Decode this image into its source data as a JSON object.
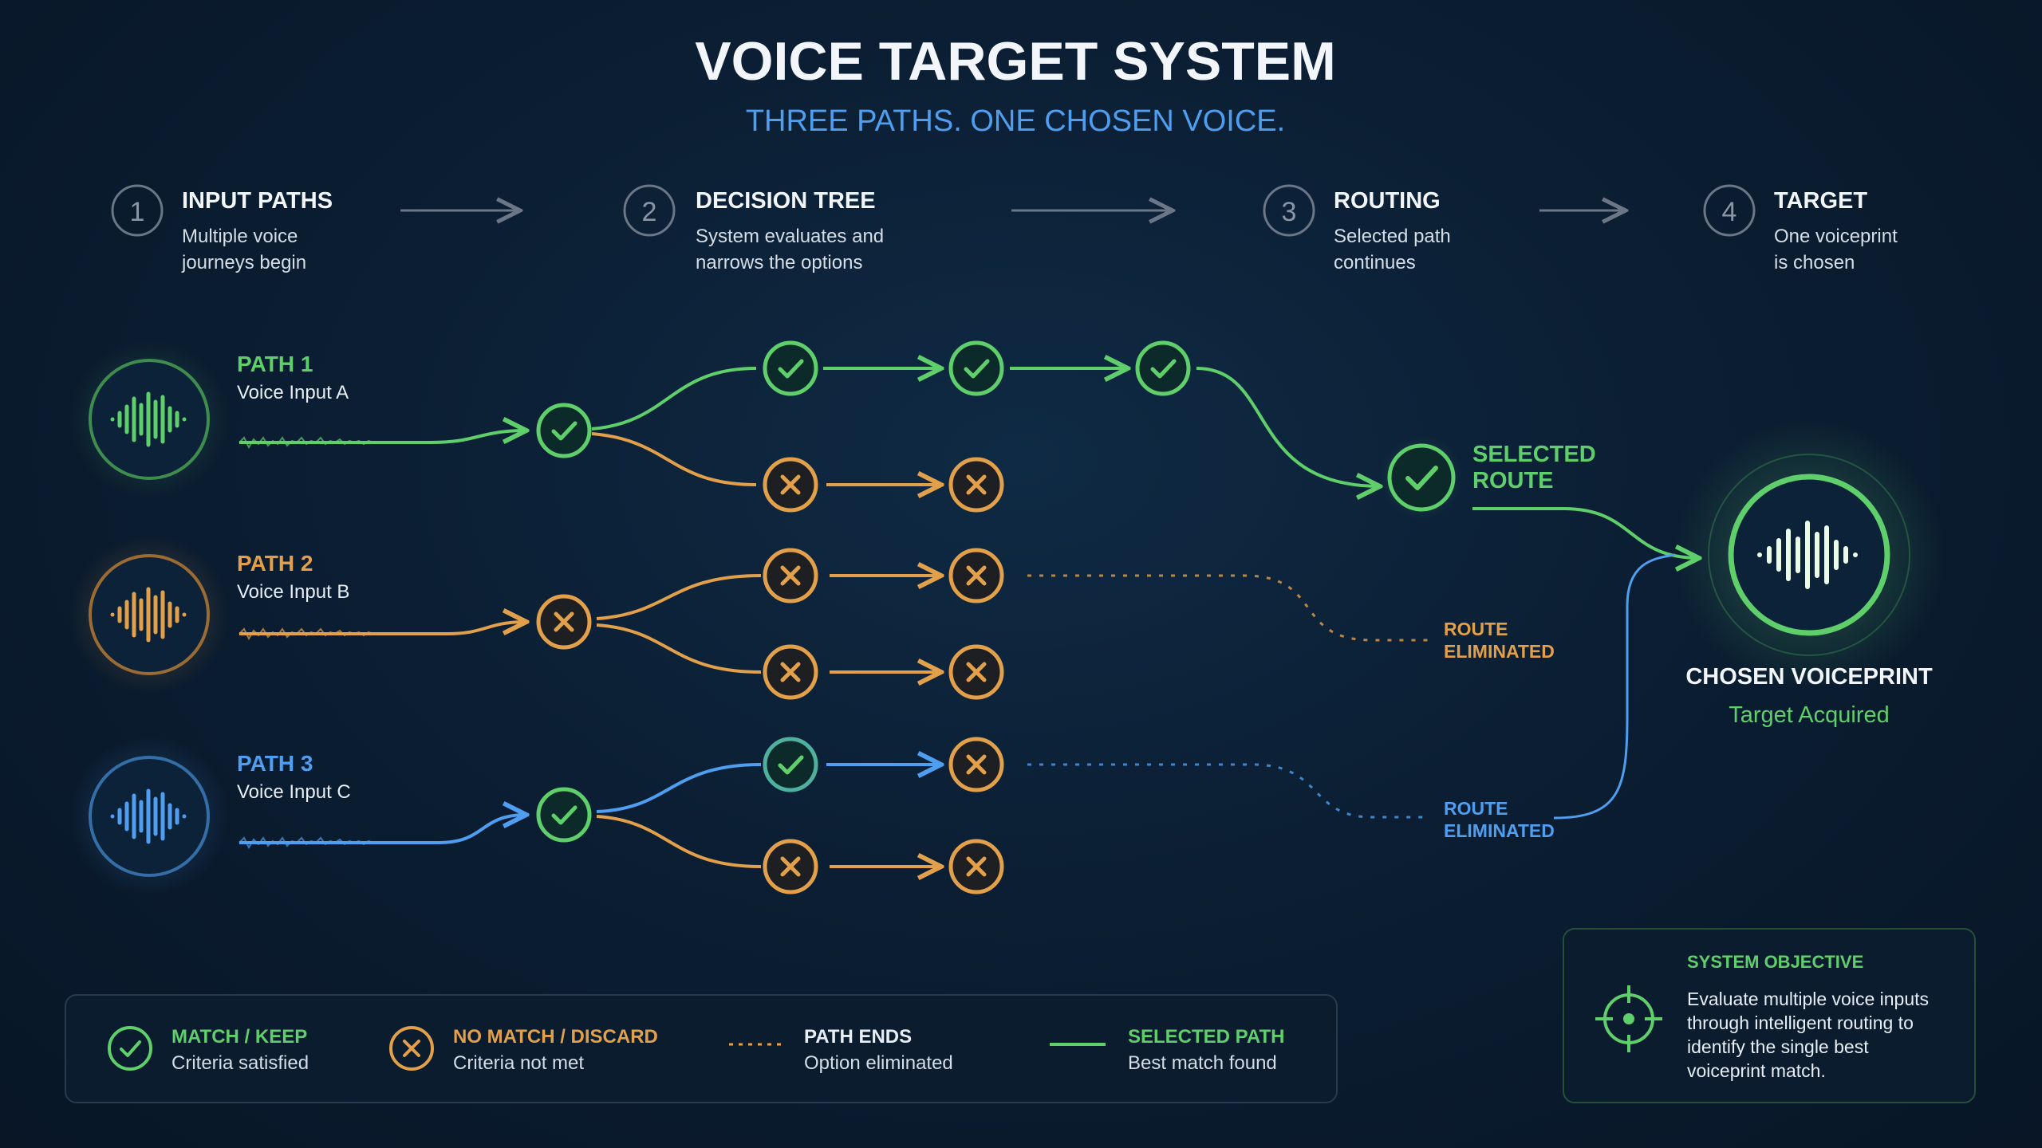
{
  "header": {
    "title": "VOICE TARGET SYSTEM",
    "subtitle": "THREE PATHS. ONE CHOSEN VOICE."
  },
  "steps": [
    {
      "num": "1",
      "title": "INPUT PATHS",
      "line1": "Multiple voice",
      "line2": "journeys begin"
    },
    {
      "num": "2",
      "title": "DECISION TREE",
      "line1": "System evaluates and",
      "line2": "narrows the options"
    },
    {
      "num": "3",
      "title": "ROUTING",
      "line1": "Selected path",
      "line2": "continues"
    },
    {
      "num": "4",
      "title": "TARGET",
      "line1": "One voiceprint",
      "line2": "is chosen"
    }
  ],
  "paths": [
    {
      "label": "PATH 1",
      "sub": "Voice Input A"
    },
    {
      "label": "PATH 2",
      "sub": "Voice Input B"
    },
    {
      "label": "PATH 3",
      "sub": "Voice Input C"
    }
  ],
  "selected_route": {
    "line1": "SELECTED",
    "line2": "ROUTE"
  },
  "eliminated_b": {
    "line1": "ROUTE",
    "line2": "ELIMINATED"
  },
  "eliminated_c": {
    "line1": "ROUTE",
    "line2": "ELIMINATED"
  },
  "target": {
    "title": "CHOSEN VOICEPRINT",
    "sub": "Target Acquired"
  },
  "legend": [
    {
      "title": "MATCH / KEEP",
      "desc": "Criteria satisfied"
    },
    {
      "title": "NO MATCH / DISCARD",
      "desc": "Criteria not met"
    },
    {
      "title": "PATH ENDS",
      "desc": "Option eliminated"
    },
    {
      "title": "SELECTED PATH",
      "desc": "Best match found"
    }
  ],
  "objective": {
    "title": "SYSTEM OBJECTIVE",
    "line1": "Evaluate multiple voice inputs",
    "line2": "through intelligent routing to",
    "line3": "identify the single best",
    "line4": "voiceprint match."
  },
  "colors": {
    "green": "#5fcf6b",
    "orange": "#e3a04a",
    "blue": "#4f9ef0",
    "text": "#e8eef5",
    "muted": "#7f8b99"
  }
}
